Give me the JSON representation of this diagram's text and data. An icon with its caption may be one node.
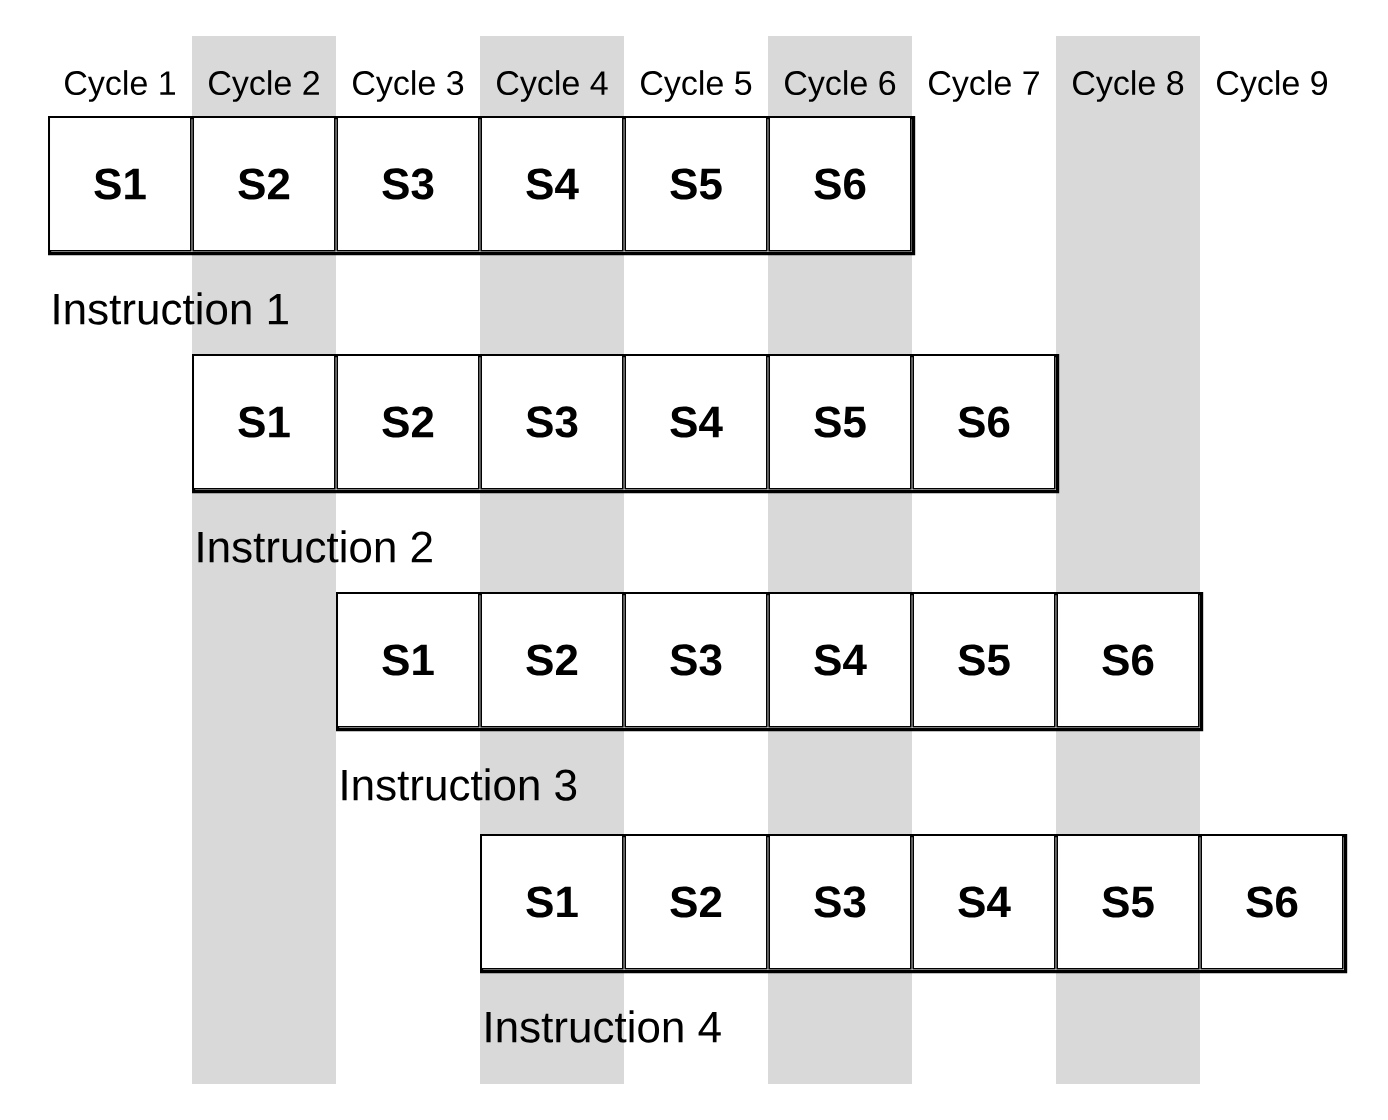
{
  "diagram": {
    "nodes": [
      {
        "text": [
          "Instruction 1"
        ]
      },
      {
        "text": [
          "S1"
        ],
        "in": 0
      },
      {
        "text": [
          "S2"
        ],
        "in": 0
      },
      {
        "text": [
          "S3"
        ],
        "in": 0
      },
      {
        "text": [
          "S4"
        ],
        "in": 0
      },
      {
        "text": [
          "S5"
        ],
        "in": 0
      },
      {
        "text": [
          "S6"
        ],
        "in": 0
      },
      {
        "text": [
          "Instruction 2"
        ]
      },
      {
        "text": [
          "S1"
        ],
        "in": 7
      },
      {
        "text": [
          "S2"
        ],
        "in": 7
      },
      {
        "text": [
          "S3"
        ],
        "in": 7
      },
      {
        "text": [
          "S4"
        ],
        "in": 7
      },
      {
        "text": [
          "S5"
        ],
        "in": 7
      },
      {
        "text": [
          "S6"
        ],
        "in": 7
      },
      {
        "text": [
          "Instruction 3"
        ]
      },
      {
        "text": [
          "S1"
        ],
        "in": 14
      },
      {
        "text": [
          "S2"
        ],
        "in": 14
      },
      {
        "text": [
          "S3"
        ],
        "in": 14
      },
      {
        "text": [
          "S4"
        ],
        "in": 14
      },
      {
        "text": [
          "S5"
        ],
        "in": 14
      },
      {
        "text": [
          "S6"
        ],
        "in": 14
      },
      {
        "text": [
          "Instruction 4"
        ]
      },
      {
        "text": [
          "S1"
        ],
        "in": 21
      },
      {
        "text": [
          "S2"
        ],
        "in": 21
      },
      {
        "text": [
          "S3"
        ],
        "in": 21
      },
      {
        "text": [
          "S4"
        ],
        "in": 21
      },
      {
        "text": [
          "S5"
        ],
        "in": 21
      },
      {
        "text": [
          "S6"
        ],
        "in": 21
      }
    ],
    "labels": [
      "Cycle 1",
      "Cycle 2",
      "Cycle 3",
      "Cycle 4",
      "Cycle 5",
      "Cycle 6",
      "Cycle 7",
      "Cycle 8",
      "Cycle 9"
    ]
  }
}
